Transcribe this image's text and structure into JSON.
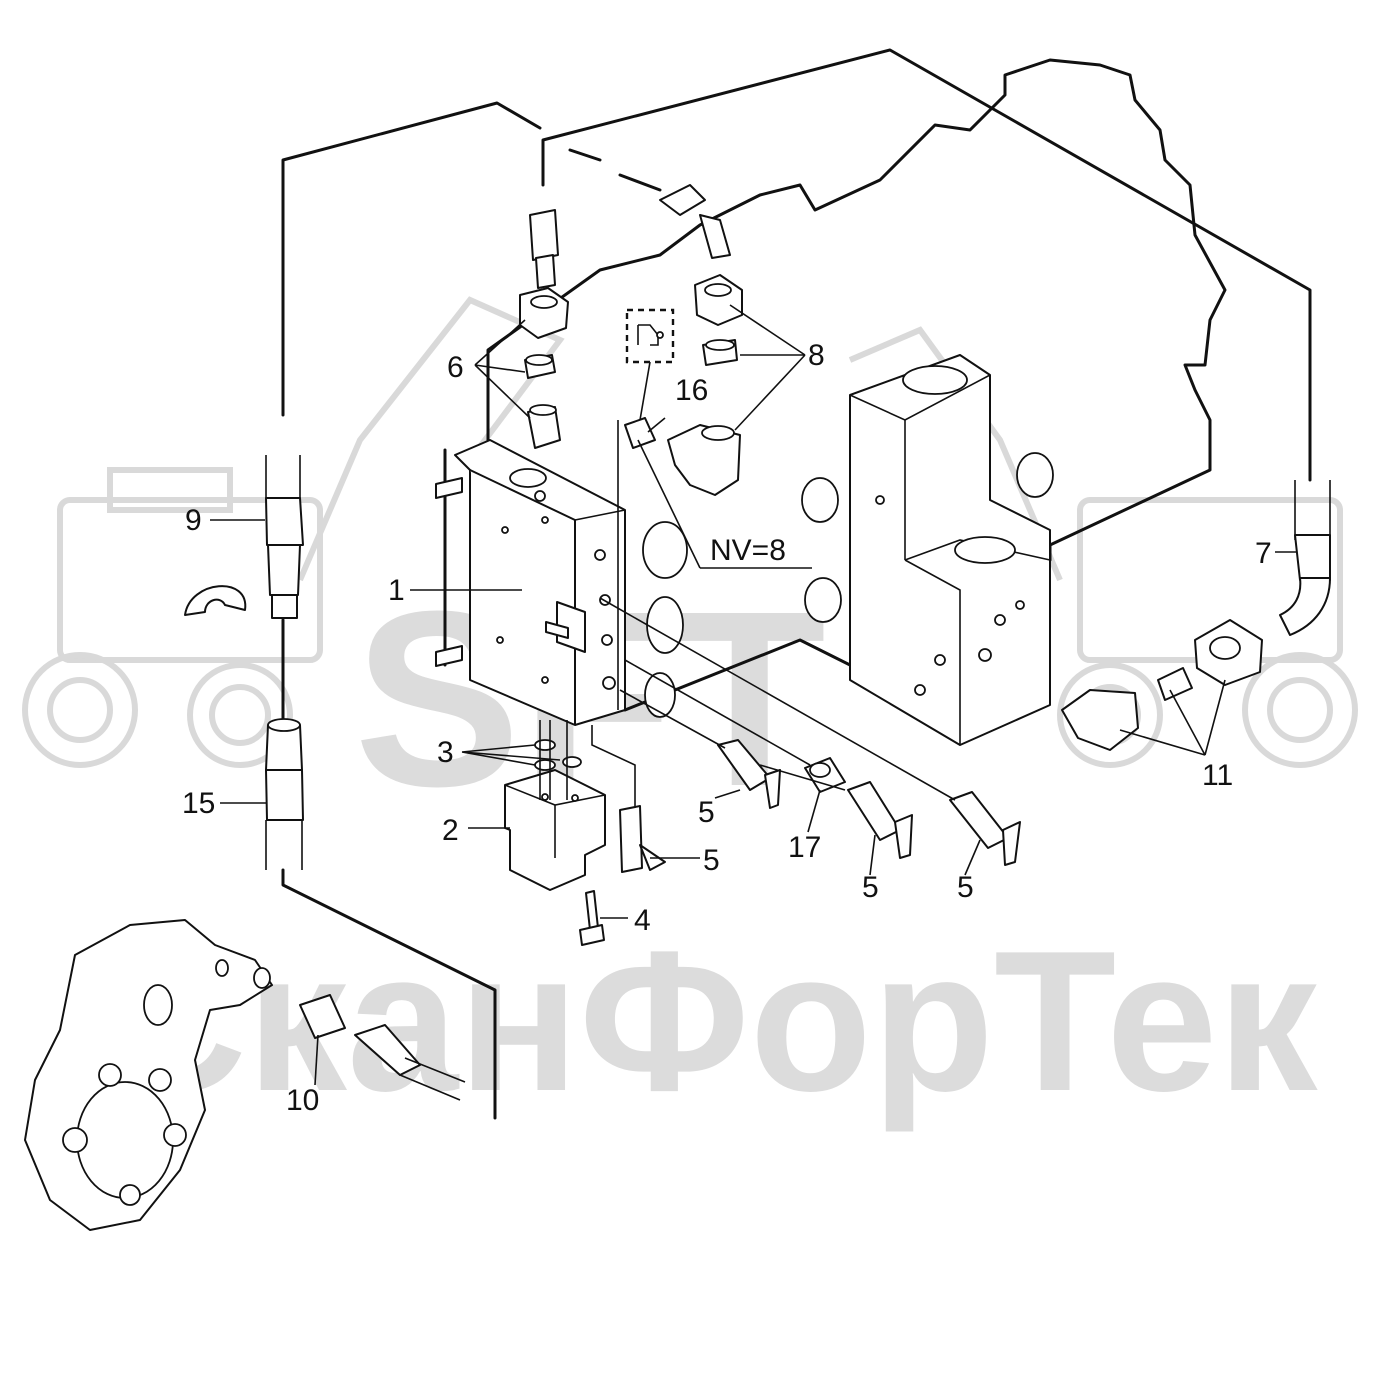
{
  "watermark": {
    "logo_text": "SFT",
    "brand_text": "СканФорТек",
    "color": "#d6d6d6"
  },
  "callouts": [
    {
      "id": "1",
      "label": "1"
    },
    {
      "id": "2",
      "label": "2"
    },
    {
      "id": "3",
      "label": "3"
    },
    {
      "id": "4",
      "label": "4"
    },
    {
      "id": "5a",
      "label": "5"
    },
    {
      "id": "5b",
      "label": "5"
    },
    {
      "id": "5c",
      "label": "5"
    },
    {
      "id": "5d",
      "label": "5"
    },
    {
      "id": "6",
      "label": "6"
    },
    {
      "id": "7",
      "label": "7"
    },
    {
      "id": "8",
      "label": "8"
    },
    {
      "id": "9",
      "label": "9"
    },
    {
      "id": "10",
      "label": "10"
    },
    {
      "id": "11",
      "label": "11"
    },
    {
      "id": "15",
      "label": "15"
    },
    {
      "id": "16",
      "label": "16"
    },
    {
      "id": "17",
      "label": "17"
    },
    {
      "id": "nv",
      "label": "NV=8"
    }
  ]
}
